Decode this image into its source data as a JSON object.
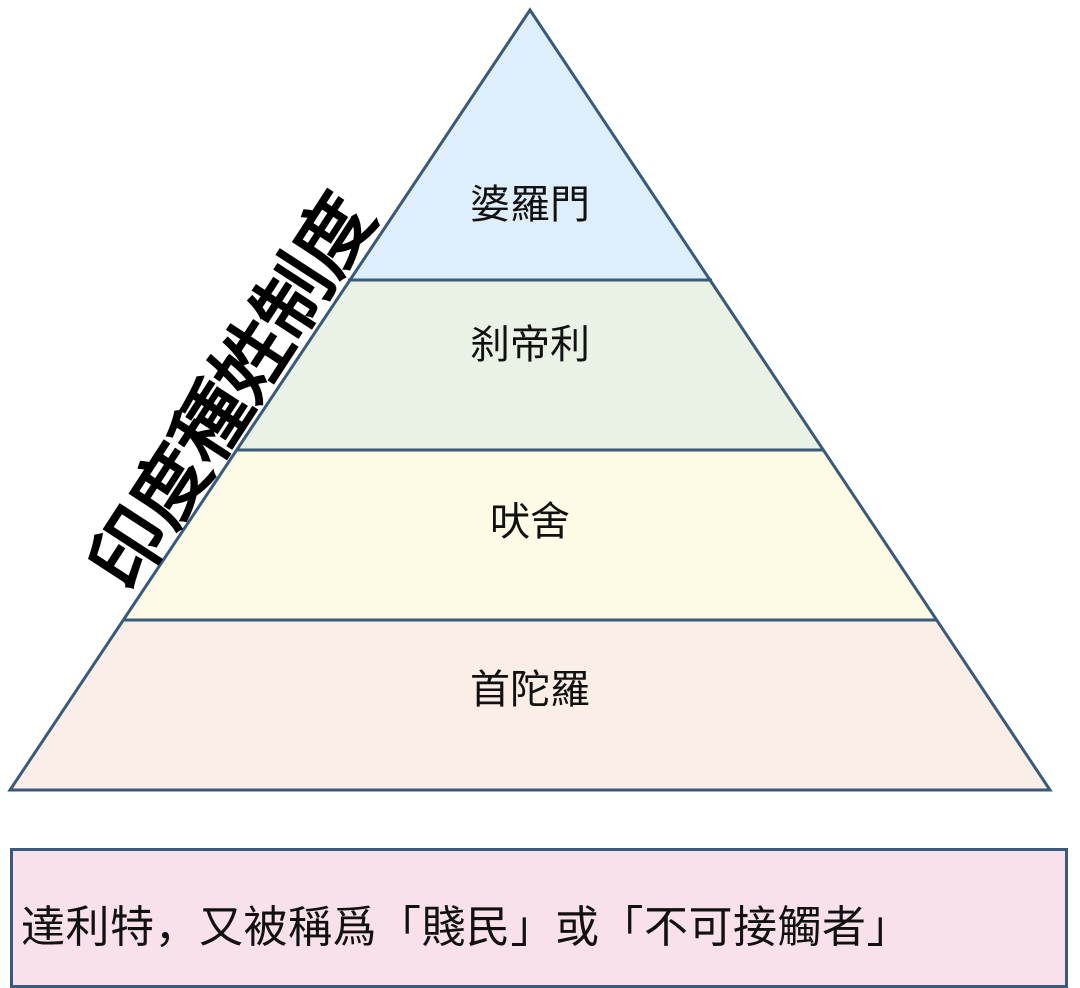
{
  "title": "印度種姓制度",
  "tiers": [
    {
      "label": "婆羅門",
      "color": "#dfeefb"
    },
    {
      "label": "刹帝利",
      "color": "#e9f2e4"
    },
    {
      "label": "吠舍",
      "color": "#fdfae6"
    },
    {
      "label": "首陀羅",
      "color": "#fbeee6"
    }
  ],
  "note": {
    "text": "達利特，又被稱爲「賤民」或「不可接觸者」",
    "color": "#f8e1ea"
  },
  "colors": {
    "outline": "#3a5a7c"
  }
}
